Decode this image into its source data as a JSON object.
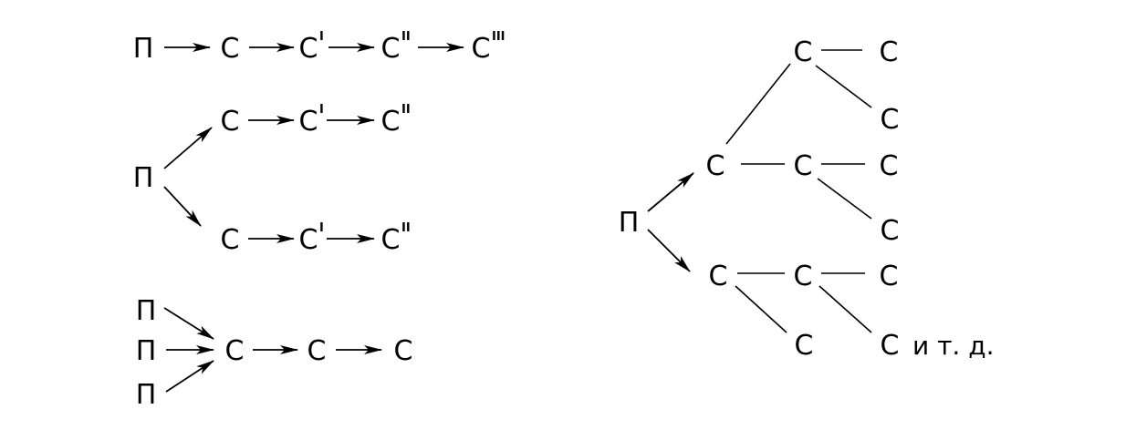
{
  "labels": {
    "p": "П",
    "c": "С",
    "prime1": "I",
    "prime2": "II",
    "prime3": "III",
    "etc": "и т. д."
  }
}
